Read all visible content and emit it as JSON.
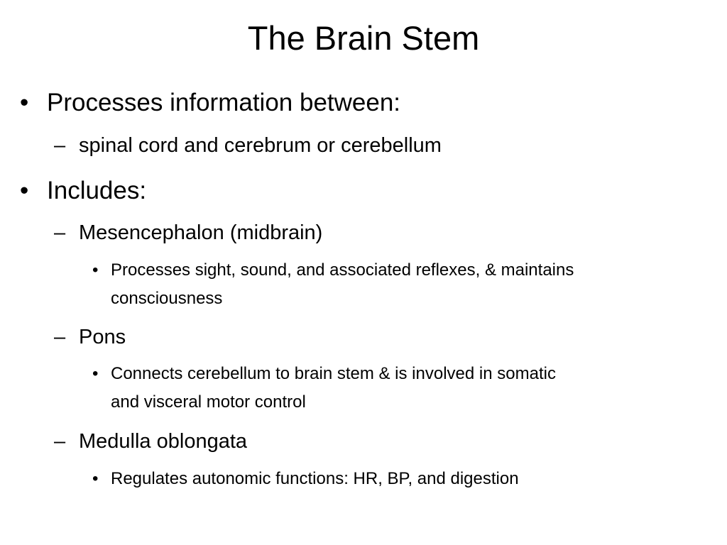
{
  "slide": {
    "title": "The Brain Stem",
    "markers": {
      "level1": "•",
      "level2": "–",
      "level3": "•"
    },
    "items": [
      {
        "level": 1,
        "text": "Processes information between:"
      },
      {
        "level": 2,
        "text": "spinal cord and cerebrum or cerebellum"
      },
      {
        "level": 1,
        "text": "Includes:"
      },
      {
        "level": 2,
        "text": "Mesencephalon (midbrain)"
      },
      {
        "level": 3,
        "text": "Processes sight, sound, and associated reflexes, & maintains"
      },
      {
        "level": 3,
        "text": "consciousness"
      },
      {
        "level": 2,
        "text": "Pons"
      },
      {
        "level": 3,
        "text": "Connects cerebellum to brain stem & is involved in somatic"
      },
      {
        "level": 3,
        "text": "and visceral motor control"
      },
      {
        "level": 2,
        "text": "Medulla oblongata"
      },
      {
        "level": 3,
        "text": "Regulates autonomic functions: HR, BP, and digestion"
      }
    ]
  }
}
